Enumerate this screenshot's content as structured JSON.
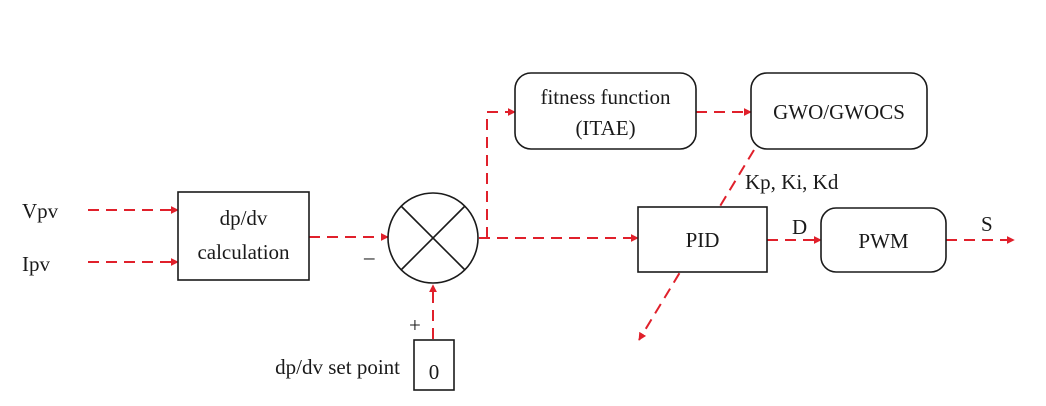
{
  "diagram": {
    "inputs": {
      "vpv": "Vpv",
      "ipv": "Ipv"
    },
    "blocks": {
      "dpdv_line1": "dp/dv",
      "dpdv_line2": "calculation",
      "fitness_line1": "fitness function",
      "fitness_line2": "(ITAE)",
      "gwo": "GWO/GWOCS",
      "pid": "PID",
      "pwm": "PWM",
      "setpoint_value": "0"
    },
    "labels": {
      "minus_sign": "–",
      "plus_sign": "+",
      "gains": "Kp, Ki, Kd",
      "duty": "D",
      "switch": "S",
      "setpoint": "dp/dv set point"
    },
    "colors": {
      "arrow": "#e0202b",
      "stroke": "#1a1a1a"
    }
  }
}
